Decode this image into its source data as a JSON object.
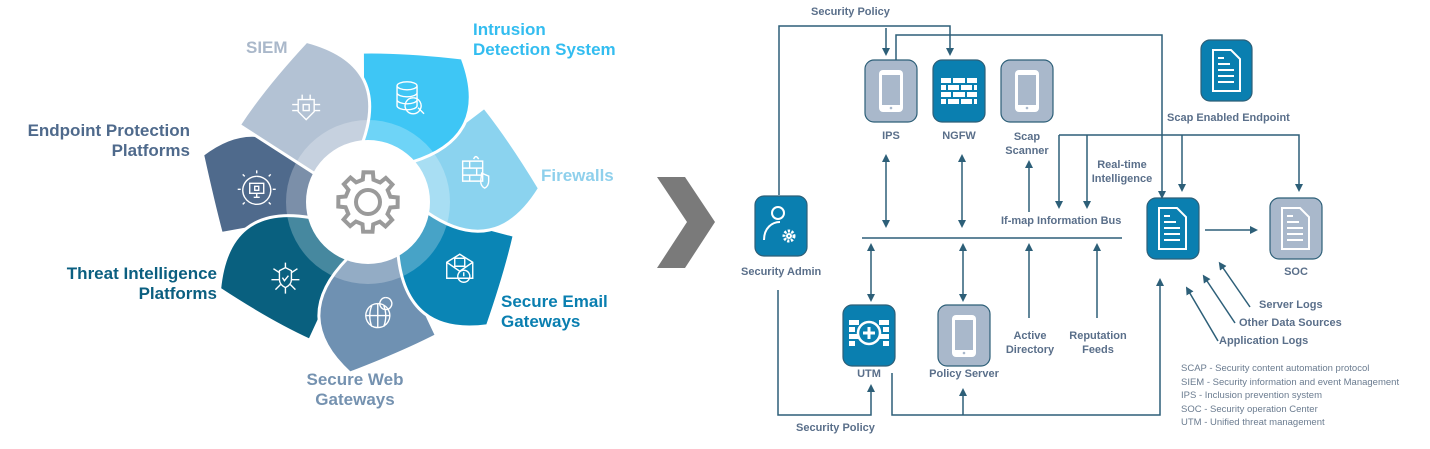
{
  "wheel": {
    "center_icon": "gear-icon",
    "segments": [
      {
        "label": "SIEM",
        "icon": "chip-shield-icon",
        "color": "#b3c2d4",
        "label_color": "#aab8ca"
      },
      {
        "label": "Intrusion Detection System",
        "line1": "Intrusion",
        "line2": "Detection System",
        "icon": "database-search-icon",
        "color": "#3ec6f5",
        "label_color": "#33bdf0"
      },
      {
        "label": "Firewalls",
        "icon": "firewall-shield-icon",
        "color": "#8bd3ef",
        "label_color": "#8fd0ec"
      },
      {
        "label": "Secure Email Gateways",
        "line1": "Secure Email",
        "line2": "Gateways",
        "icon": "email-lock-icon",
        "color": "#0a85b5",
        "label_color": "#0a7fb0"
      },
      {
        "label": "Secure Web Gateways",
        "line1": "Secure Web",
        "line2": "Gateways",
        "icon": "globe-lock-icon",
        "color": "#6f91b2",
        "label_color": "#7592b0"
      },
      {
        "label": "Threat Intelligence Platforms",
        "line1": "Threat Intelligence",
        "line2": "Platforms",
        "icon": "network-shield-icon",
        "color": "#09607f",
        "label_color": "#0b5f80"
      },
      {
        "label": "Endpoint Protection Platforms",
        "line1": "Endpoint Protection",
        "line2": "Platforms",
        "icon": "monitor-lock-icon",
        "color": "#4f6a8c",
        "label_color": "#4f6a8c"
      }
    ]
  },
  "arrow": {
    "icon": "chevron-right-icon",
    "color": "#7a7a7a"
  },
  "diagram": {
    "colors": {
      "line": "#2d5f78",
      "dark_box": "#0a7fb0",
      "light_box": "#a9b8cb",
      "text": "#5a6f8a"
    },
    "security_policy_top": "Security Policy",
    "security_policy_bottom": "Security Policy",
    "nodes": {
      "ips": "IPS",
      "ngfw": "NGFW",
      "scap_scanner_1": "Scap",
      "scap_scanner_2": "Scanner",
      "scap_endpoint": "Scap Enabled  Endpoint",
      "security_admin": "Security Admin",
      "utm": "UTM",
      "policy_server": "Policy Server",
      "siem": "",
      "soc": "SOC"
    },
    "bus_label": "If-map Information Bus",
    "realtime_1": "Real-time",
    "realtime_2": "Intelligence",
    "active_directory_1": "Active",
    "active_directory_2": "Directory",
    "reputation_1": "Reputation",
    "reputation_2": "Feeds",
    "log_sources": [
      "Server Logs",
      "Other Data Sources",
      "Application  Logs"
    ],
    "legend": [
      "SCAP - Security content automation protocol",
      "SIEM - Security information and event Management",
      "IPS - Inclusion prevention system",
      "SOC - Security operation Center",
      "UTM - Unified threat management"
    ]
  }
}
